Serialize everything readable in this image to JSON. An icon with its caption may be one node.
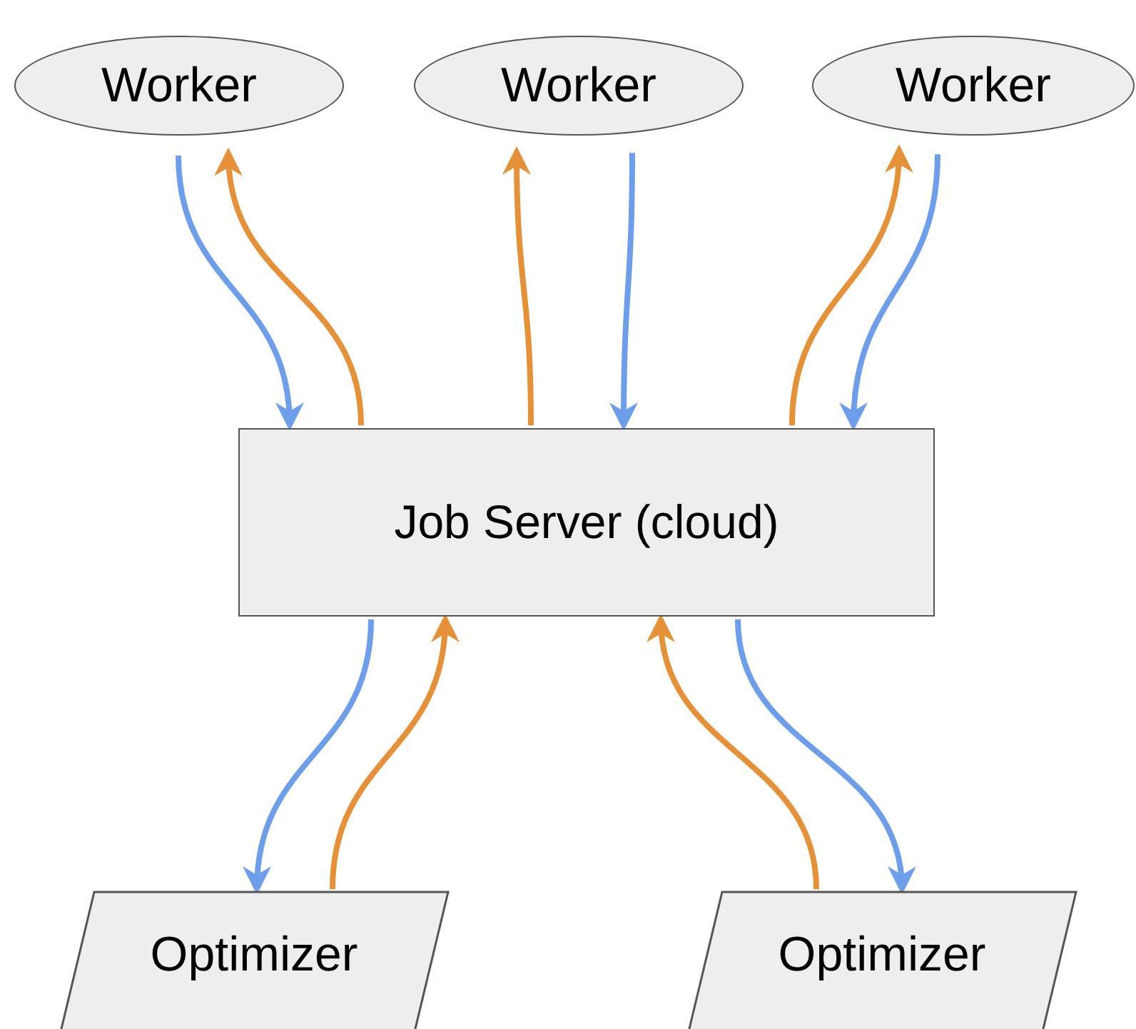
{
  "diagram": {
    "nodes": [
      {
        "text": [
          "Worker"
        ]
      },
      {
        "text": [
          "Worker"
        ]
      },
      {
        "text": [
          "Worker"
        ]
      },
      {
        "text": [
          "Job Server (cloud)"
        ]
      },
      {
        "text": [
          "Optimizer"
        ]
      },
      {
        "text": [
          "Optimizer"
        ]
      }
    ],
    "edges": [
      {
        "from": 0,
        "to": 3,
        "arrow": "to"
      },
      {
        "from": 3,
        "to": 0,
        "arrow": "to",
        "color": "#e69138"
      },
      {
        "from": 3,
        "to": 1,
        "arrow": "to",
        "color": "#e69138"
      },
      {
        "from": 1,
        "to": 3,
        "arrow": "to"
      },
      {
        "from": 3,
        "to": 2,
        "arrow": "to",
        "color": "#e69138"
      },
      {
        "from": 2,
        "to": 3,
        "arrow": "to"
      },
      {
        "from": 3,
        "to": 4,
        "arrow": "to"
      },
      {
        "from": 4,
        "to": 3,
        "arrow": "to",
        "color": "#e69138"
      },
      {
        "from": 5,
        "to": 3,
        "arrow": "to",
        "color": "#e69138"
      },
      {
        "from": 3,
        "to": 5,
        "arrow": "to"
      }
    ]
  }
}
